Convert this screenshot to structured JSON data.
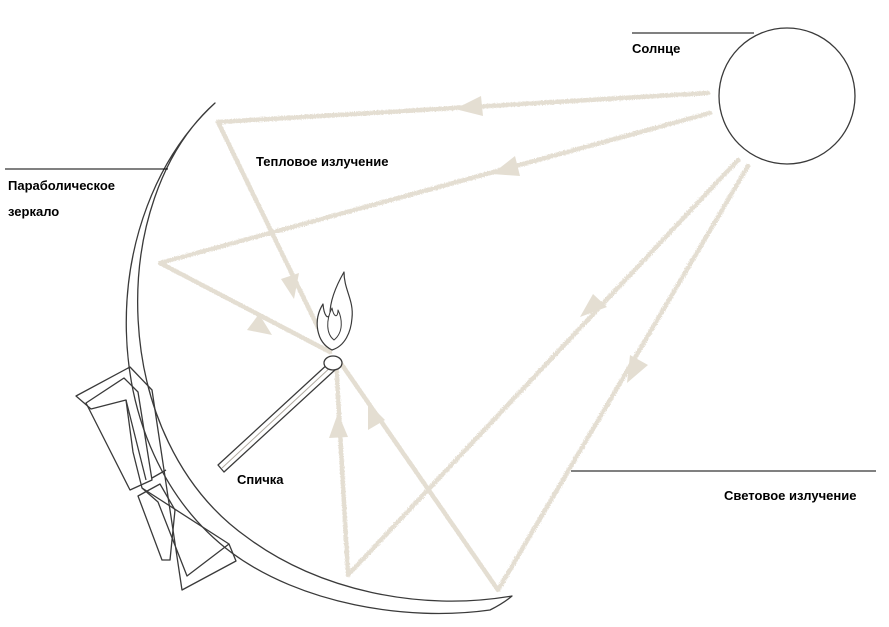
{
  "labels": {
    "sun": "Солнце",
    "heat": "Тепловое излучение",
    "mirror_line1": "Параболическое",
    "mirror_line2": "зеркало",
    "match": "Спичка",
    "light": "Световое излучение"
  },
  "colors": {
    "ray": "#e4ded2",
    "outline": "#3a3a3a",
    "leader": "#000000",
    "text": "#000000",
    "background": "#ffffff"
  }
}
